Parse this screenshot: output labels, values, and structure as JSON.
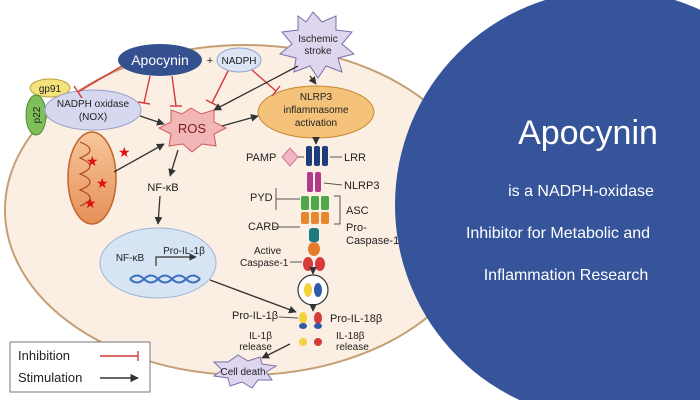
{
  "diagram": {
    "nodes": {
      "apocynin": "Apocynin",
      "plus": "+",
      "nadph": "NADPH",
      "ischemic_line1": "Ischemic",
      "ischemic_line2": "stroke",
      "gp91": "gp91",
      "p22": "p22",
      "nox_line1": "NADPH oxidase",
      "nox_line2": "(NOX)",
      "ros": "ROS",
      "nlrp3_line1": "NLRP3",
      "nlrp3_line2": "inflammasome",
      "nlrp3_line3": "activation",
      "pamp": "PAMP",
      "lrr": "LRR",
      "pyd": "PYD",
      "nlrp3": "NLRP3",
      "asc": "ASC",
      "card": "CARD",
      "pro_caspase_line1": "Pro-",
      "pro_caspase_line2": "Caspase-1",
      "active_caspase_line1": "Active",
      "active_caspase_line2": "Caspase-1",
      "nfkb": "NF-κB",
      "nucleus_nfkb": "NF-κB",
      "pro_il1b_nucleus": "Pro-IL-1β",
      "pro_il1b": "Pro-IL-1β",
      "pro_il18b": "Pro-IL-18β",
      "il1b_release_line1": "IL-1β",
      "il1b_release_line2": "release",
      "il18b_release_line1": "IL-18β",
      "il18b_release_line2": "release",
      "cell_death": "Cell death"
    },
    "legend": {
      "inhibition": "Inhibition",
      "stimulation": "Stimulation"
    }
  },
  "headline": {
    "title": "Apocynin",
    "line1": "is a NADPH-oxidase",
    "line2": "Inhibitor for Metabolic and",
    "line3": "Inflammation Research"
  },
  "colors": {
    "cell_fill": "#fbeee3",
    "cell_stroke": "#c4a074",
    "apocynin": "#35508f",
    "panel": "#35549a",
    "inhibit": "#d63a3a",
    "stimulate": "#333333",
    "ros": "#f3b6b6",
    "nlrp3": "#f4c27a",
    "nucleus": "#d6e4f3"
  }
}
